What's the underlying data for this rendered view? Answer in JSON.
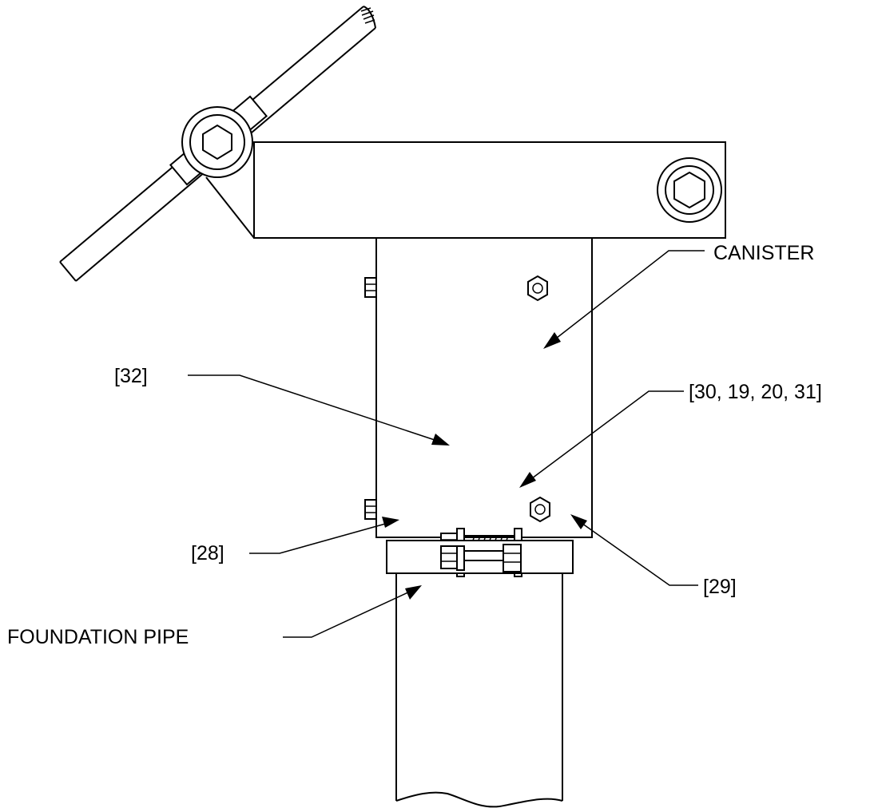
{
  "labels": {
    "canister": "CANISTER",
    "item_32": "[32]",
    "item_30_19_20_31": "[30, 19, 20, 31]",
    "item_28": "[28]",
    "item_29": "[29]",
    "foundation_pipe": "FOUNDATION PIPE"
  },
  "colors": {
    "line": "#000000",
    "background": "#ffffff"
  }
}
